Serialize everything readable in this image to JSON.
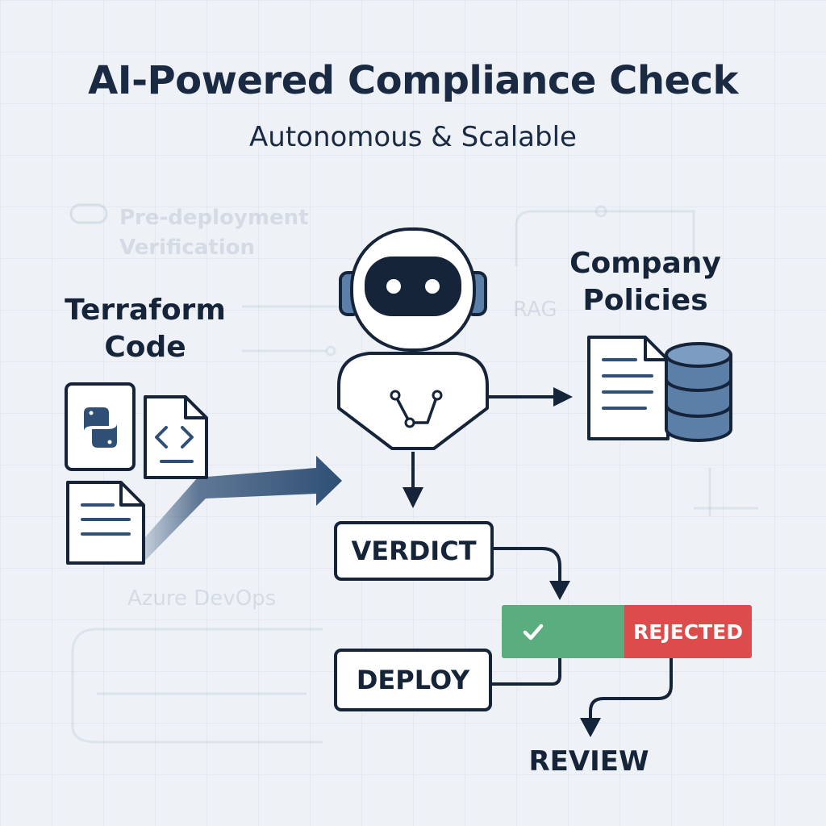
{
  "title": "AI-Powered Compliance Check",
  "subtitle": "Autonomous & Scalable",
  "background_labels": {
    "pre_deployment": "Pre-deployment",
    "verification": "Verification",
    "rag": "RAG",
    "azure_devops": "Azure DevOps"
  },
  "inputs": {
    "label_line1": "Terraform",
    "label_line2": "Code",
    "icons": [
      "python-file-icon",
      "code-file-icon",
      "text-file-icon"
    ]
  },
  "agent": {
    "icon": "robot-icon"
  },
  "policies": {
    "label_line1": "Company",
    "label_line2": "Policies",
    "icons": [
      "document-icon",
      "database-icon"
    ]
  },
  "verdict": {
    "label": "VERDICT"
  },
  "result": {
    "approved_icon": "checkmark-icon",
    "rejected_label": "REJECTED"
  },
  "deploy": {
    "label": "DEPLOY"
  },
  "review": {
    "label": "REVIEW"
  },
  "colors": {
    "ink": "#16243a",
    "approved": "#5aad7f",
    "rejected": "#dc4c4c",
    "accent_blue": "#2f4f75",
    "database_fill": "#5c7fa8",
    "background": "#eef2f7"
  }
}
